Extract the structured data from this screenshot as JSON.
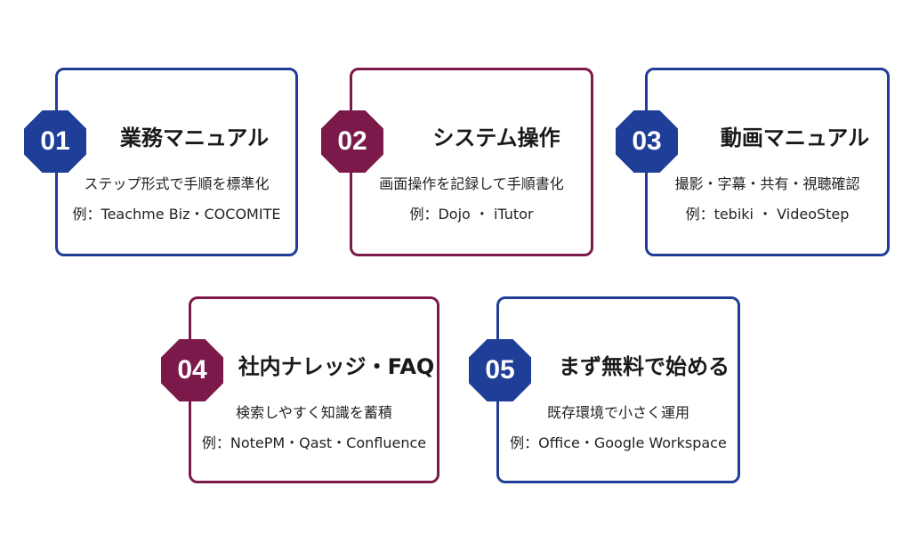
{
  "colors": {
    "blue": "#1f3e97",
    "crimson": "#7b1a4a"
  },
  "cards": [
    {
      "number": "01",
      "title": "業務マニュアル",
      "line1": "ステップ形式で手順を標準化",
      "line2": "例：Teachme Biz・COCOMITE",
      "color": "blue"
    },
    {
      "number": "02",
      "title": "システム操作",
      "line1": "画面操作を記録して手順書化",
      "line2": "例：Dojo ・ iTutor",
      "color": "crimson"
    },
    {
      "number": "03",
      "title": "動画マニュアル",
      "line1": "撮影・字幕・共有・視聴確認",
      "line2": "例：tebiki ・ VideoStep",
      "color": "blue"
    },
    {
      "number": "04",
      "title": "社内ナレッジ・FAQ",
      "line1": "検索しやすく知識を蓄積",
      "line2": "例：NotePM・Qast・Confluence",
      "color": "crimson"
    },
    {
      "number": "05",
      "title": "まず無料で始める",
      "line1": "既存環境で小さく運用",
      "line2": "例：Office・Google Workspace",
      "color": "blue"
    }
  ]
}
